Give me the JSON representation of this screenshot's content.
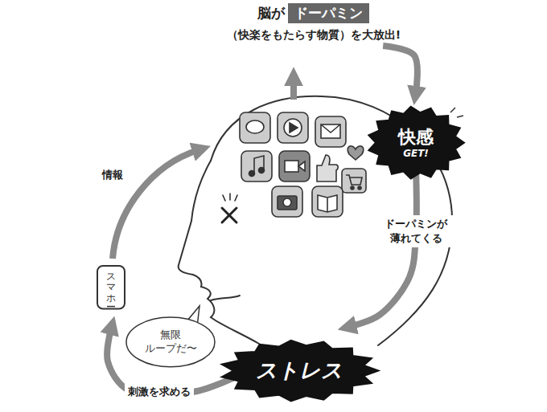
{
  "diagram": {
    "nodes": [
      {
        "text": [
          "脳が",
          "ドーパミン",
          "（快楽をもたらす物質）を大放出!"
        ]
      },
      {
        "text": [
          "快感",
          "GET!"
        ]
      },
      {
        "text": [
          "ストレス"
        ]
      },
      {
        "text": [
          "スマホ"
        ]
      },
      {
        "text": [
          "無限 ループだ〜"
        ]
      }
    ],
    "edges": [
      {
        "from": 0,
        "to": 1,
        "arrow": "to"
      },
      {
        "from": 1,
        "to": 2,
        "label": "ドーパミンが 薄れてくる",
        "arrow": "to"
      },
      {
        "from": 2,
        "to": 3,
        "label": "刺激を求める",
        "arrow": "to"
      }
    ],
    "labels": [
      "情報"
    ]
  }
}
